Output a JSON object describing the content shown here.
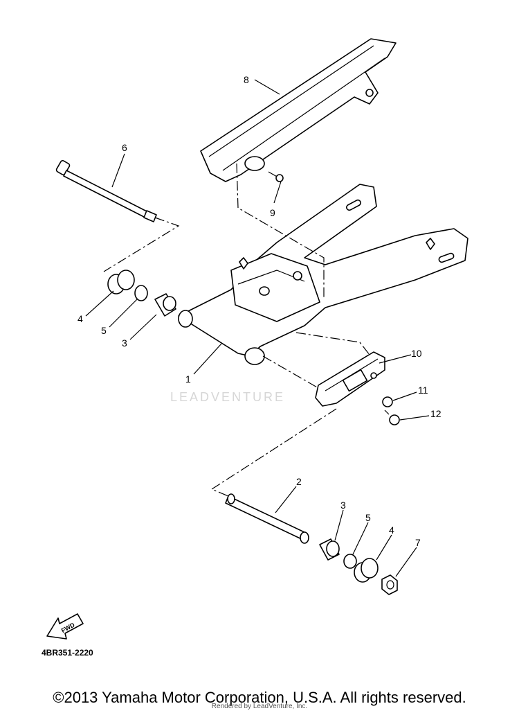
{
  "diagram": {
    "part_code": "4BR351-2220",
    "fwd_label": "FWD",
    "watermark": "LEADVENTURE",
    "copyright": "©2013 Yamaha Motor Corporation, U.S.A. All rights reserved.",
    "rendered_by": "Rendered by LeadVenture, Inc.",
    "callouts": {
      "c1": "1",
      "c2": "2",
      "c3a": "3",
      "c3b": "3",
      "c4a": "4",
      "c4b": "4",
      "c5a": "5",
      "c5b": "5",
      "c6": "6",
      "c7": "7",
      "c8": "8",
      "c9": "9",
      "c10": "10",
      "c11": "11",
      "c12": "12"
    }
  }
}
